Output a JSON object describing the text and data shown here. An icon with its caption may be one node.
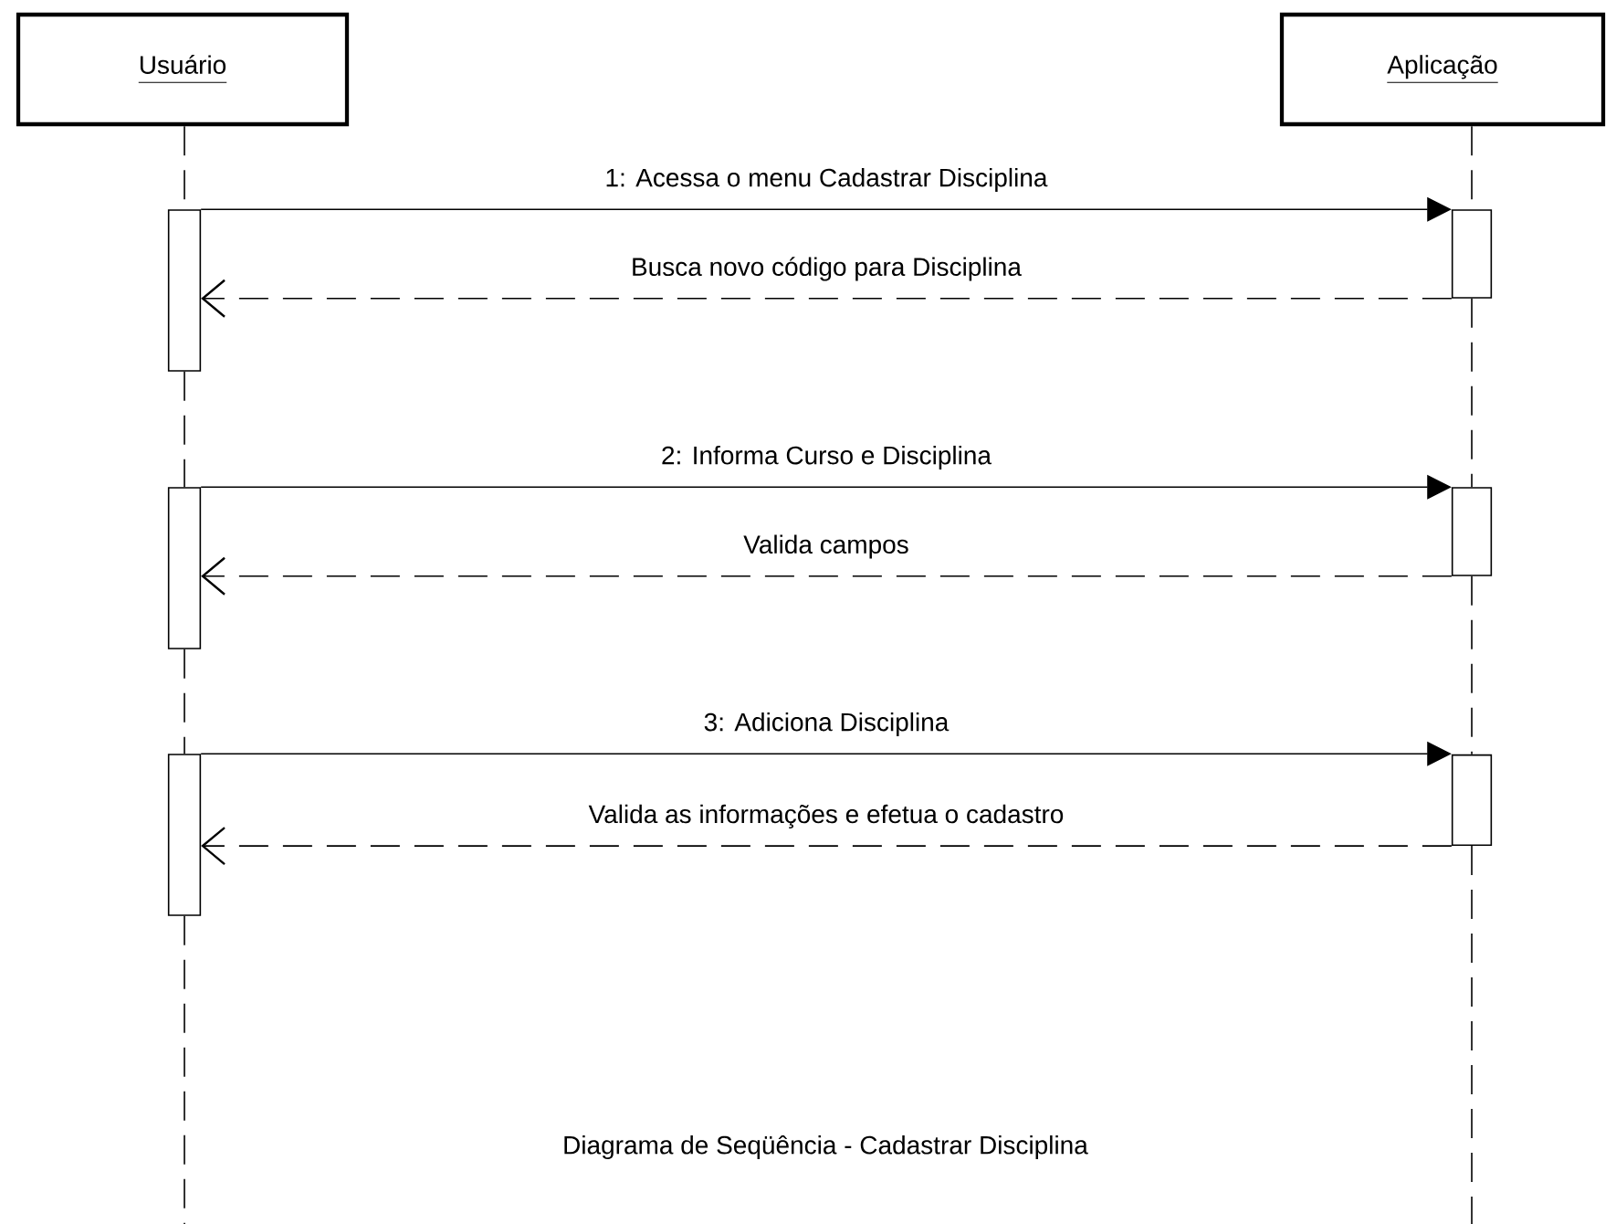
{
  "diagram": {
    "caption": "Diagrama de Seqüência - Cadastrar Disciplina",
    "nodes": [
      {
        "text": [
          "Usuário"
        ]
      },
      {
        "text": [
          "Aplicação"
        ]
      },
      {
        "text": [],
        "shape": "bar"
      },
      {
        "text": [],
        "shape": "bar"
      },
      {
        "text": [],
        "shape": "bar"
      },
      {
        "text": [],
        "shape": "bar"
      },
      {
        "text": [],
        "shape": "bar"
      },
      {
        "text": [],
        "shape": "bar"
      }
    ],
    "edges": [
      {
        "from": 0,
        "to": 2,
        "arrow": "none",
        "style": "dashed"
      },
      {
        "from": 2,
        "to": 4,
        "arrow": "none",
        "style": "dashed"
      },
      {
        "from": 4,
        "to": 6,
        "arrow": "none",
        "style": "dashed"
      },
      {
        "from": 6,
        "to": null,
        "arrow": "none",
        "style": "dashed"
      },
      {
        "from": 1,
        "to": 3,
        "arrow": "none",
        "style": "dashed"
      },
      {
        "from": 3,
        "to": 5,
        "arrow": "none",
        "style": "dashed"
      },
      {
        "from": 5,
        "to": 7,
        "arrow": "none",
        "style": "dashed"
      },
      {
        "from": 7,
        "to": null,
        "arrow": "none",
        "style": "dashed"
      },
      {
        "from": 2,
        "to": 3,
        "arrow": "to",
        "label": "1: Acessa o menu Cadastrar Disciplina"
      },
      {
        "from": 3,
        "to": 2,
        "arrow": "to",
        "style": "dashed",
        "label": "Busca novo código para Disciplina"
      },
      {
        "from": 4,
        "to": 5,
        "arrow": "to",
        "label": "2: Informa Curso e Disciplina"
      },
      {
        "from": 5,
        "to": 4,
        "arrow": "to",
        "style": "dashed",
        "label": "Valida campos"
      },
      {
        "from": 6,
        "to": 7,
        "arrow": "to",
        "label": "3: Adiciona Disciplina"
      },
      {
        "from": 7,
        "to": 6,
        "arrow": "to",
        "style": "dashed",
        "label": "Valida as informações e efetua o cadastro"
      }
    ]
  }
}
